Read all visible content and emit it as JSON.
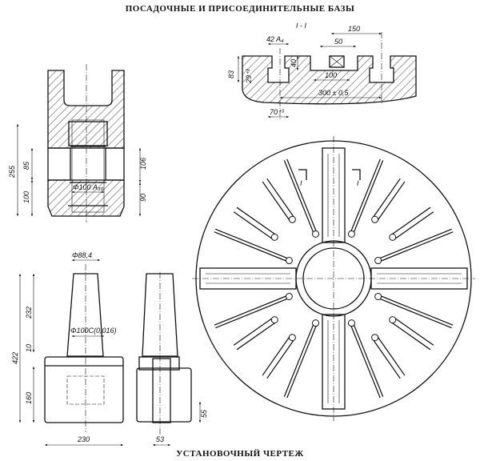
{
  "titles": {
    "top": "ПОСАДОЧНЫЕ И ПРИСОЕДИНИТЕЛЬНЫЕ БАЗЫ",
    "bottom": "УСТАНОВОЧНЫЙ ЧЕРТЕЖ"
  },
  "section_view": {
    "label": "I - I",
    "dims": {
      "d42": "42 A₄",
      "d150": "150",
      "d50": "50",
      "d83": "83",
      "d29": "29⁺²",
      "d40": "40",
      "d100": "100",
      "d300": "300 ± 0,5",
      "d70": "70⁺³"
    }
  },
  "bore_view": {
    "dims": {
      "d255": "255",
      "d85": "85",
      "d100": "100",
      "d106": "106",
      "d90": "90",
      "bore": "Φ100 A₃₀"
    }
  },
  "front_view": {
    "dims": {
      "d88": "Φ88,4",
      "d422": "422",
      "d232": "232",
      "d10": "10",
      "d160": "160",
      "d230": "230",
      "taper": "Φ100С(0,016)"
    }
  },
  "side_view": {
    "dims": {
      "d53": "53",
      "d55": "55"
    }
  },
  "table_view": {
    "section_marks": [
      "I",
      "I"
    ]
  }
}
